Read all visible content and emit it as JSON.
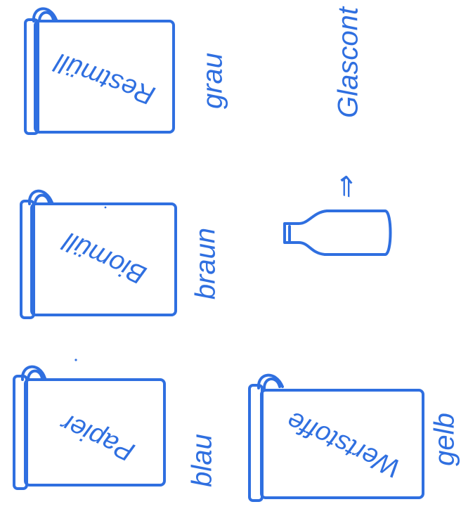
{
  "bins": [
    {
      "label": "Restmüll",
      "color_word": "grau"
    },
    {
      "label": "Biomüll",
      "color_word": "braun"
    },
    {
      "label": "Papier",
      "color_word": "blau"
    },
    {
      "label": "Wertstoffe",
      "color_word": "gelb"
    }
  ],
  "glass": {
    "arrow": "⇒",
    "label": "Glascont"
  },
  "ink_color": "#2f6fe0"
}
